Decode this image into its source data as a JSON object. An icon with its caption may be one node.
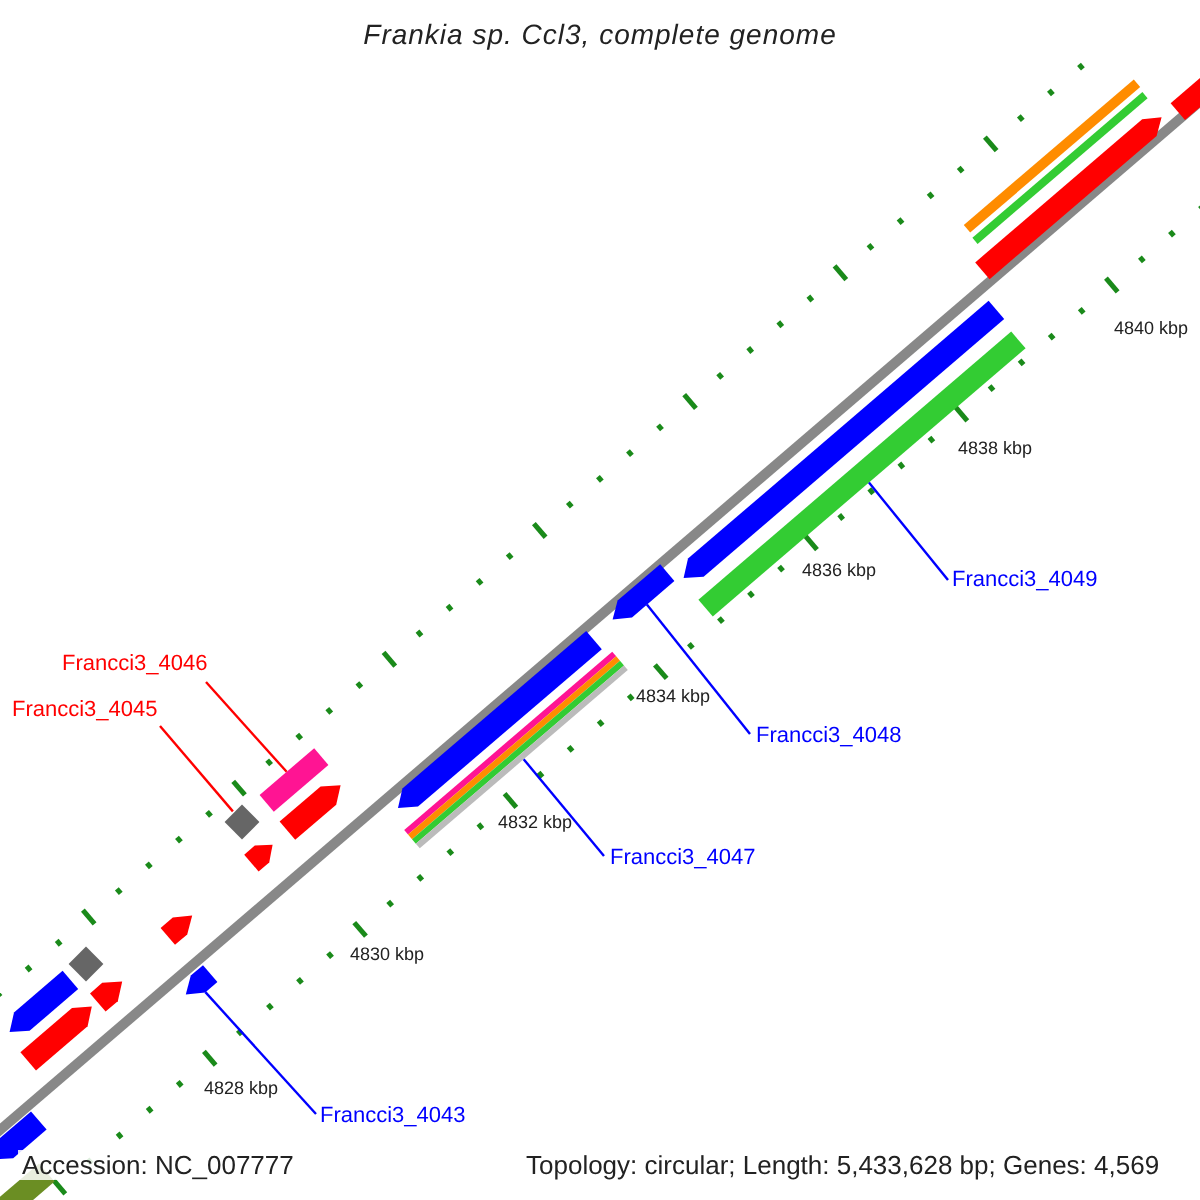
{
  "diagram": {
    "title": "Frankia sp. Ccl3, complete genome",
    "nodes": [
      {
        "text": [
          "Francci3_4049"
        ]
      },
      {
        "text": [],
        "shape": "bar"
      },
      {
        "text": [
          "Francci3_4046"
        ]
      },
      {
        "text": [],
        "shape": "bar"
      },
      {
        "text": [
          "Francci3_4045"
        ]
      },
      {
        "text": [],
        "shape": "diamond"
      },
      {
        "text": [
          "Francci3_4048"
        ]
      },
      {
        "text": [],
        "shape": "pentagon"
      },
      {
        "text": [
          "Francci3_4047"
        ]
      },
      {
        "text": [],
        "shape": "bar"
      },
      {
        "text": [
          "Francci3_4043"
        ]
      },
      {
        "text": [],
        "shape": "pentagon"
      },
      {
        "text": [],
        "shape": "bar"
      },
      {
        "text": [],
        "shape": "bar"
      },
      {
        "text": [],
        "shape": "bar"
      },
      {
        "text": [],
        "shape": "pentagon"
      },
      {
        "text": [],
        "shape": "pentagon"
      },
      {
        "text": [],
        "shape": "pentagon"
      },
      {
        "text": [],
        "shape": "pentagon"
      },
      {
        "text": [],
        "shape": "pentagon"
      },
      {
        "text": [],
        "shape": "pentagon"
      },
      {
        "text": [],
        "shape": "diamond"
      },
      {
        "text": [],
        "shape": "pentagon"
      },
      {
        "text": [],
        "shape": "pentagon"
      },
      {
        "text": [],
        "shape": "pentagon"
      },
      {
        "text": [],
        "shape": "pentagon"
      },
      {
        "text": [],
        "shape": "bar"
      }
    ],
    "edges": [
      {
        "from": 0,
        "to": 1,
        "arrow": "none"
      },
      {
        "from": 2,
        "to": 3,
        "arrow": "none",
        "color": "#ff0000"
      },
      {
        "from": 4,
        "to": 5,
        "arrow": "none",
        "color": "#ff0000"
      },
      {
        "from": 6,
        "to": 7,
        "arrow": "none"
      },
      {
        "from": 8,
        "to": 9,
        "arrow": "none"
      },
      {
        "from": 10,
        "to": 11,
        "arrow": "none"
      }
    ],
    "labels": [
      "4840 kbp",
      "4838 kbp",
      "4836 kbp",
      "4834 kbp",
      "4832 kbp",
      "4830 kbp",
      "4828 kbp",
      "Accession: NC_007777",
      "Topology: circular; Length: 5,433,628 bp; Genes: 4,569"
    ]
  }
}
